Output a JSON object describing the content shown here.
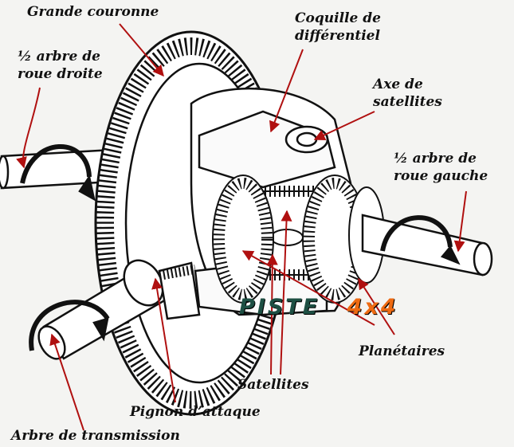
{
  "labels": {
    "grande_couronne": "Grande couronne",
    "coquille": [
      "Coquille de",
      "différentiel"
    ],
    "demi_arbre_droit": [
      "½ arbre de",
      "roue droite"
    ],
    "axe_satellites": [
      "Axe de",
      "satellites"
    ],
    "demi_arbre_gauche": [
      "½ arbre de",
      "roue gauche"
    ],
    "planetaires": "Planétaires",
    "satellites": "Satellites",
    "pignon_attaque": "Pignon d’attaque",
    "arbre_transmission": "Arbre de transmission"
  },
  "watermark": {
    "part1": "PISTE",
    "part2": "4x4"
  },
  "colors": {
    "leader": "#b01010",
    "ink": "#111111",
    "watermark_green": "#1d4f43",
    "watermark_orange": "#ee6a12"
  }
}
